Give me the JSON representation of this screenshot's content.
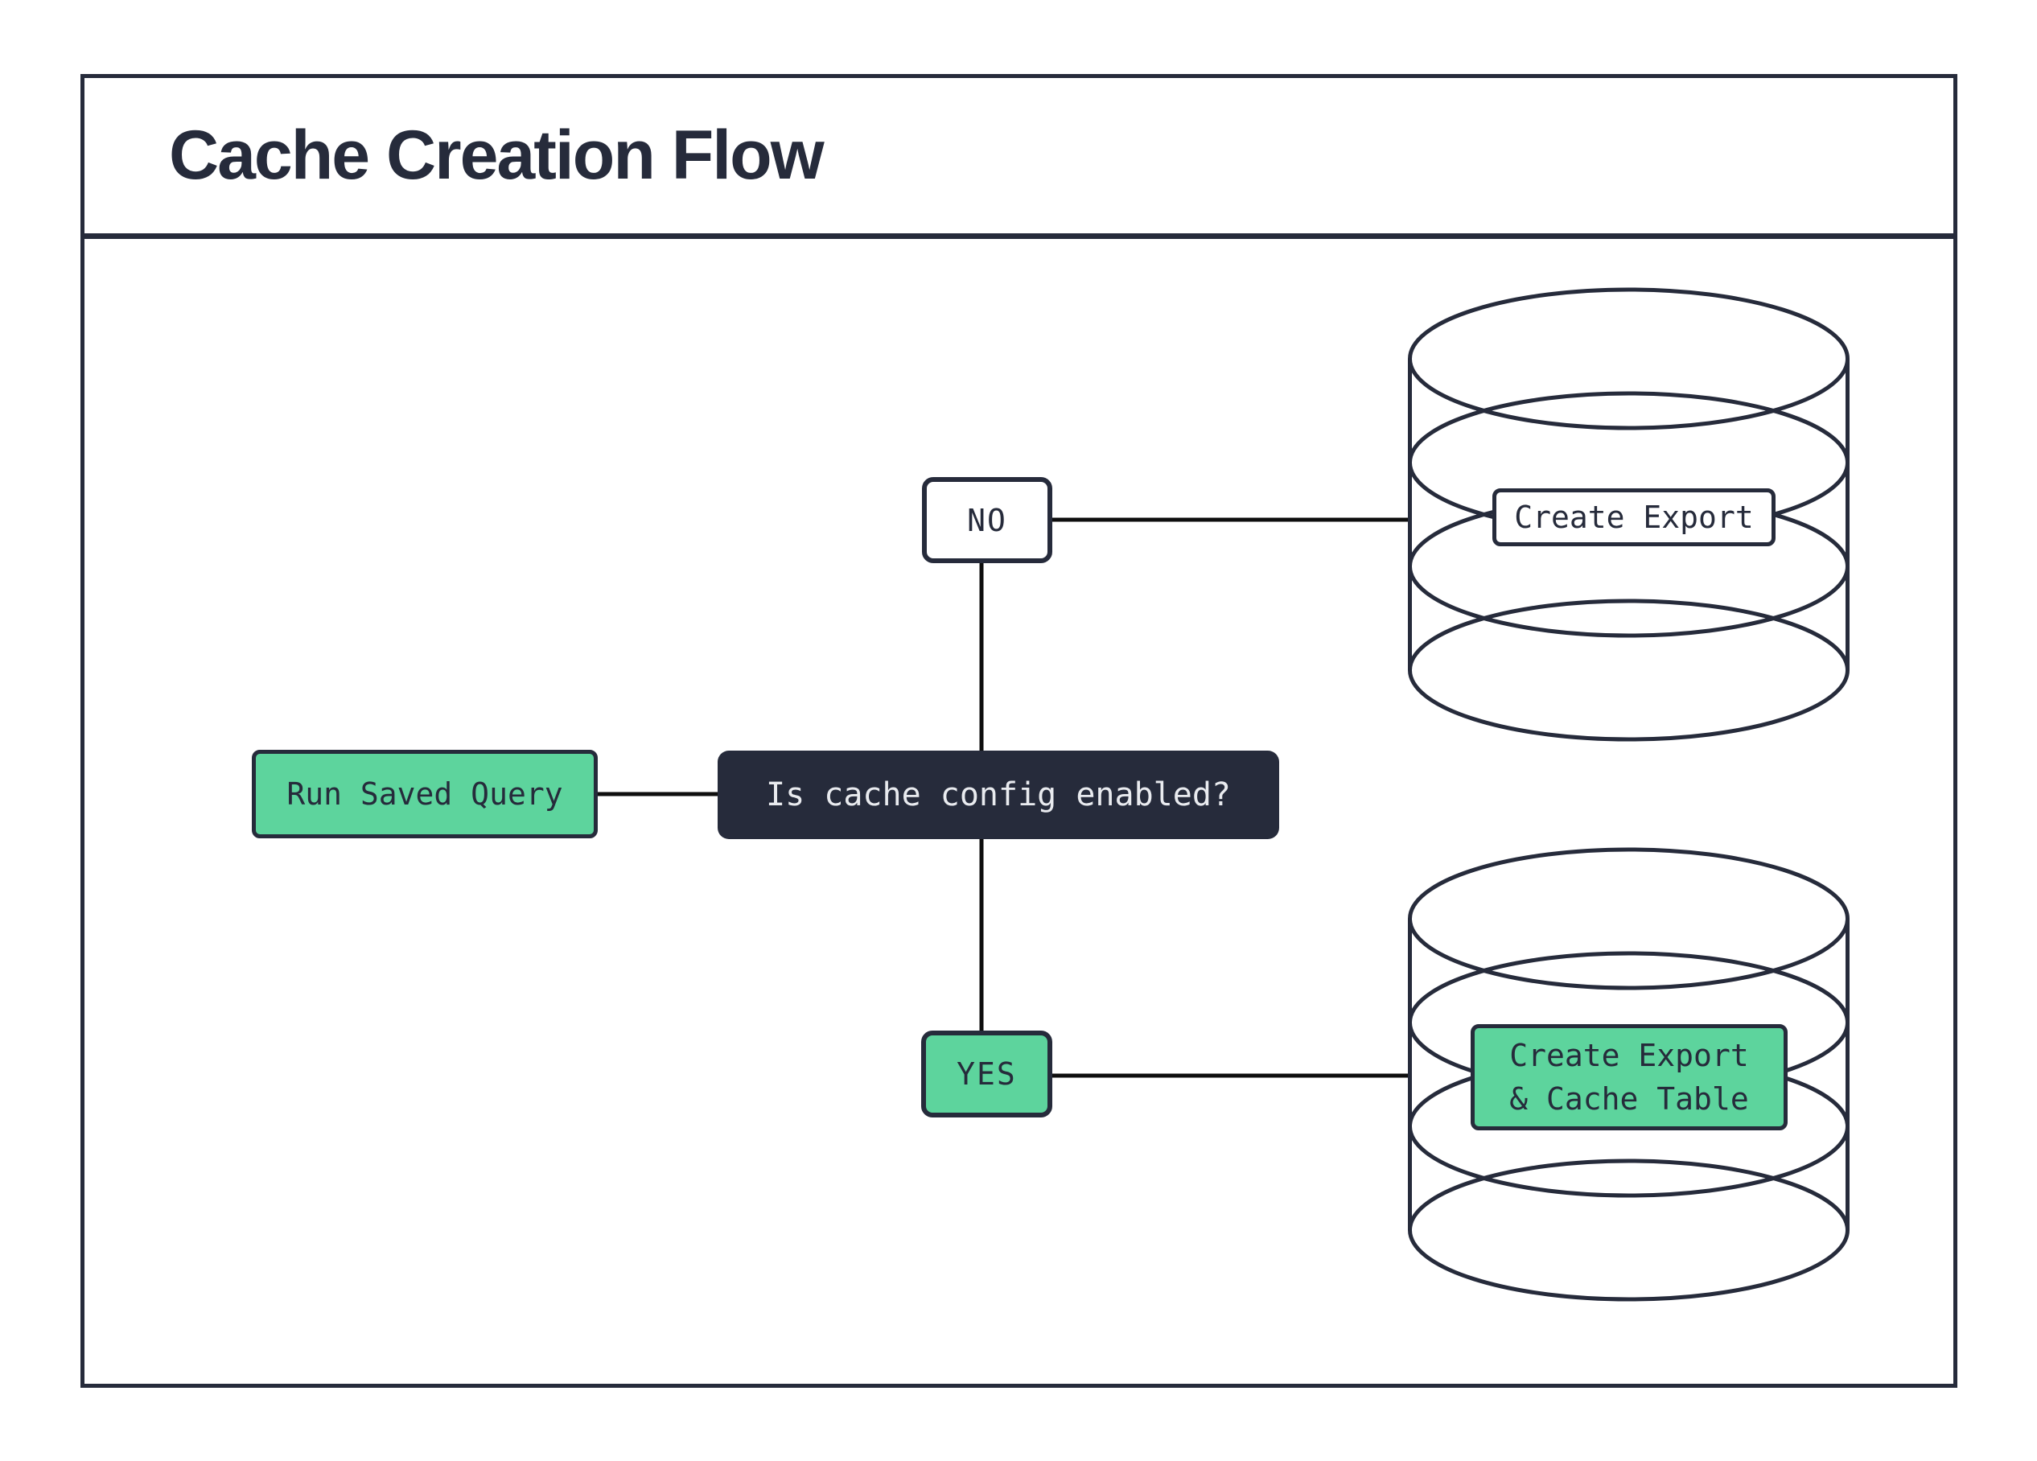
{
  "title": "Cache Creation Flow",
  "colors": {
    "ink": "#262b3b",
    "green": "#5dd49d",
    "line": "#0e0e0e",
    "paper": "#ffffff",
    "question_text": "#e9ebef"
  },
  "nodes": {
    "run_saved_query": {
      "label": "Run Saved Query"
    },
    "question": {
      "label": "Is cache config enabled?"
    },
    "no_branch": {
      "label": "NO"
    },
    "yes_branch": {
      "label": "YES"
    },
    "export_db": {
      "label": "Create Export",
      "icon": "database-cylinder"
    },
    "export_cache_db": {
      "label_line1": "Create Export",
      "label_line2": "& Cache Table",
      "icon": "database-cylinder"
    }
  }
}
